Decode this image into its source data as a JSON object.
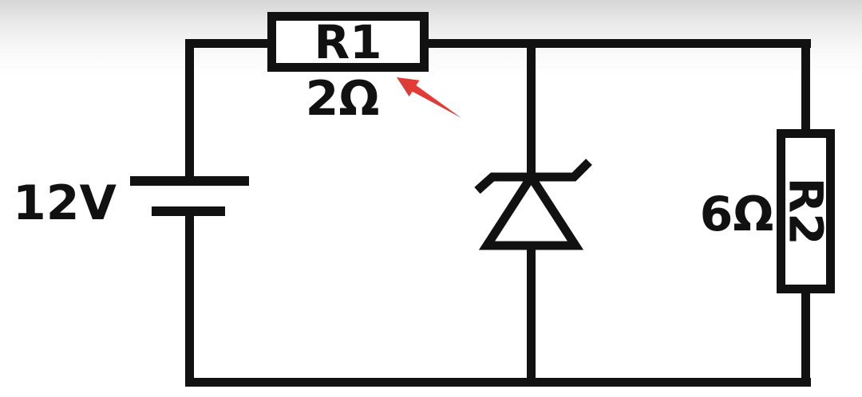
{
  "circuit": {
    "source": {
      "label": "12V",
      "type": "battery"
    },
    "r1": {
      "label": "R1",
      "value": "2Ω",
      "type": "resistor"
    },
    "r2": {
      "label": "R2",
      "value": "6Ω",
      "type": "resistor"
    },
    "zener": {
      "type": "zener-diode"
    },
    "annotation": {
      "type": "red-arrow",
      "points_to": "R1"
    },
    "colors": {
      "wire": "#111111",
      "arrow": "#e23b36",
      "background_top": "#d6d6d6",
      "background": "#ffffff"
    }
  }
}
